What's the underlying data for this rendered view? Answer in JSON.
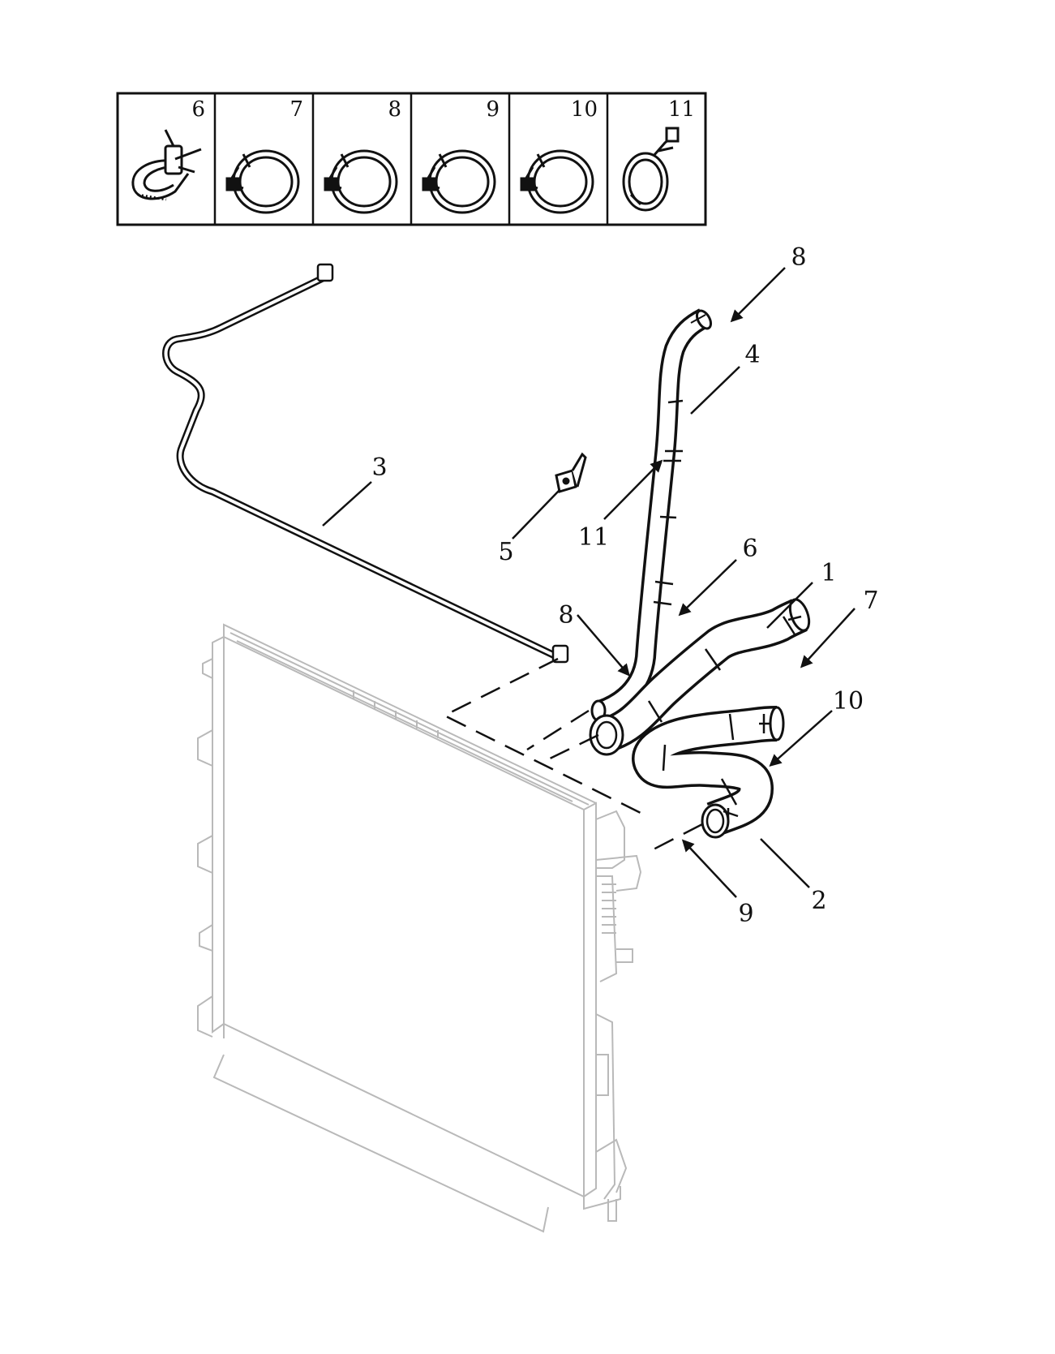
{
  "legend_boxes": [
    {
      "label": "6",
      "icon": "band-clamp-icon"
    },
    {
      "label": "7",
      "icon": "hose-clamp-icon"
    },
    {
      "label": "8",
      "icon": "hose-clamp-icon"
    },
    {
      "label": "9",
      "icon": "hose-clamp-icon"
    },
    {
      "label": "10",
      "icon": "hose-clamp-icon"
    },
    {
      "label": "11",
      "icon": "clip-clamp-icon"
    }
  ],
  "callouts": {
    "c8_top": "8",
    "c4": "4",
    "c3": "3",
    "c5": "5",
    "c11": "11",
    "c6": "6",
    "c1": "1",
    "c7": "7",
    "c8_low": "8",
    "c10": "10",
    "c2": "2",
    "c9": "9"
  },
  "colors": {
    "line": "#111111",
    "radiator": "#b9b9b9"
  }
}
